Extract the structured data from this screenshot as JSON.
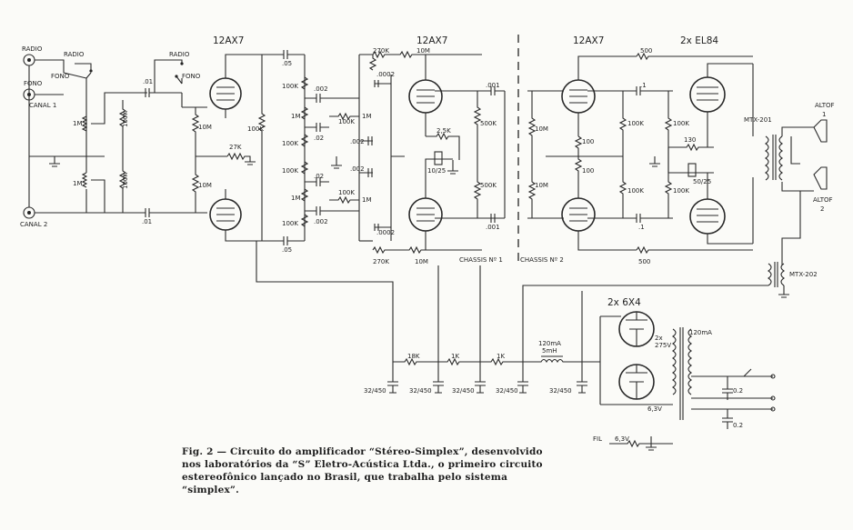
{
  "tubes": {
    "input": "12AX7",
    "mid": "12AX7",
    "driver": "12AX7",
    "output": "2x EL84",
    "rectifier": "2x 6X4"
  },
  "inputs": {
    "radio": "RADIO",
    "fono": "FONO",
    "canal1": "CANAL 1",
    "canal2": "CANAL 2"
  },
  "pots": {
    "a": "1M",
    "b": "1M"
  },
  "components": {
    "c01_top": ".01",
    "c01_bot": ".01",
    "r100k_a": "100K",
    "r100k_b": "100K",
    "r10m_a": "10M",
    "r10m_b": "10M",
    "r27k": "27K",
    "c05_top": ".05",
    "c05_bot": ".05",
    "r100k_c": "100K",
    "tone_100k_1": "100K",
    "tone_100k_2": "100K",
    "tone_100k_3": "100K",
    "tone_100k_4": "100K",
    "tone_100k_5": "100K",
    "tone_1m_1": "1M",
    "tone_1m_2": "1M",
    "tone_1m_3": "1M",
    "tone_1m_4": "1M",
    "tone_c002_1": ".002",
    "tone_c02_1": ".02",
    "tone_c02_2": ".02",
    "tone_c002_2": ".002",
    "tone_c002_3": ".002",
    "tone_c002_4": ".002",
    "tone_100k_r1": "100K",
    "tone_100k_r2": "100K",
    "r270k_top": "270K",
    "r10m_top": "10M",
    "r270k_bot": "270K",
    "r10m_bot": "10M",
    "c0002_top": ".0002",
    "c0002_bot": ".0002",
    "r25k": "2,5K",
    "c10_25": "10/25",
    "r500k_a": "500K",
    "r500k_b": "500K",
    "c001_top": ".001",
    "c001_bot": ".001",
    "r10m_c": "10M",
    "r10m_d": "10M",
    "r100_a": "100",
    "r100_b": "100",
    "r500_top": "500",
    "r500_bot": "500",
    "c1_top": ".1",
    "c1_bot": ".1",
    "r100k_d": "100K",
    "r100k_e": "100K",
    "r100k_f": "100K",
    "r100k_g": "100K",
    "r130": "130",
    "c50_25": "50/25",
    "mtx201": "MTX-201",
    "mtx202": "MTX-202",
    "altof1": "ALTOF\n1",
    "altof2": "ALTOF\n2",
    "chassis1": "CHASSIS Nº 1",
    "chassis2": "CHASSIS Nº 2"
  },
  "supply": {
    "r18k": "18K",
    "r1k_a": "1K",
    "r1k_b": "1K",
    "choke": "120mA\n5mH",
    "caps": [
      "32/450",
      "32/450",
      "32/450",
      "32/450",
      "32/450"
    ],
    "ma120": "120mA",
    "v275": "2x\n275V",
    "v63a": "6,3V",
    "v63b": "6,3V",
    "fil": "FIL",
    "c02a": "0.2",
    "c02b": "0.2"
  },
  "caption": {
    "fig": "Fig. 2",
    "text": " — Circuito do amplificador “Stéreo-Simplex”, desenvolvido nos laboratórios da “S” Eletro-Acústica Ltda., o primeiro circuito estereofônico lançado no Brasil, que trabalha pelo sistema “simplex”."
  }
}
